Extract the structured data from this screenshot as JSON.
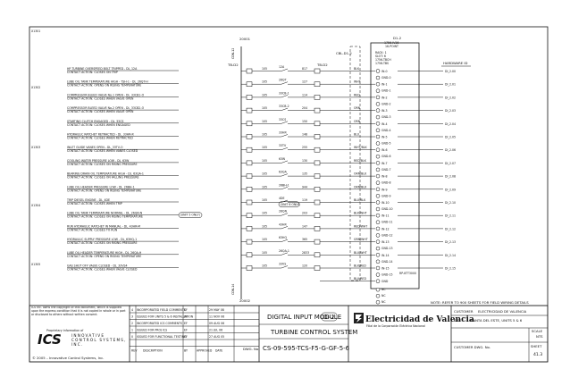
{
  "rungs": [
    "X1301",
    "X1302",
    "X1303",
    "X1304",
    "X1305"
  ],
  "title_block_top": "DIGITAL INPUT MODULE",
  "module_tag": "DI-2",
  "title_block_mid": "TURBINE CONTROL SYSTEM",
  "drawing_number": "CS-09-595-TCS-F5-G-GF-5-6",
  "company_name": "Electricidad de Valencia",
  "company_sub": "Filial de la Corporación Eléctrica Nacional",
  "customer_label": "CUSTOMER",
  "customer_value": "ELECTRICIDAD DE VALENCIA",
  "site_label": "SITE:",
  "site_value": "PLANTA DEL ESTE, UNITS 5 & 6",
  "customer_dwg_label": "CUSTOMER DWG. No.",
  "dwg_no_label": "DWG. No.",
  "scale_label": "SCALE",
  "scale_value": "NTS",
  "sheet_label": "SHEET",
  "sheet_value": "41.3",
  "ics_name": "ICS",
  "ics_text": "INNOVATIVE CONTROL SYSTEMS, INC.",
  "proprietary": "Proprietary Information of",
  "copyright": "© 2005 – Innovative Control Systems, Inc.",
  "disclaimer": "ICS Inc. owns the copyright of this document, which is supplied upon the express condition that it is not copied in whole or in part or disclosed to others without written consent.",
  "top_ref": "20001",
  "bottom_ref": "20002",
  "cable_top": "CDN-12",
  "cable_bot": "CDN-14",
  "cbl_label": "CBL-D1-2",
  "tb_label": "TB-D2",
  "tb_label2": "TB-D2",
  "module_box": {
    "title": "D1-2",
    "line1": "1756-IV16",
    "line2": "16-POINT",
    "rack": "RACK: 1",
    "slot": "SLOT: 6",
    "rtb": "1756-TBCH",
    "rtb2": "1756-TBS"
  },
  "hardware_label": "HARDWARE ID",
  "note": "NOTE: REFER TO 900 SHEETS FOR FIELD WIRING DETAILS",
  "rp_label": "RP-KTT3000",
  "inputs": [
    {
      "desc": "HP TURBINE OVERSPEED BOLT TRIPPED - DL_12A",
      "desc2": "CONTACT ACTION: CLOSES ON TRIP",
      "w1": "105",
      "dev": "12A",
      "w2": "817",
      "tb": "TB-D2",
      "color": "BLK",
      "in": "IN-0",
      "hid": "DI_2.00"
    },
    {
      "desc": "LUBE OIL TANK TEMPERATURE HIGH - TSH-1 - DL_26QT-H",
      "desc2": "CONTACT ACTION: OPENS ON RISING TEMPERATURE",
      "w1": "105",
      "dev": "26QT",
      "w2": "127",
      "tb": "",
      "color": "WHT",
      "in": "IN-1",
      "hid": "DI_2.01"
    },
    {
      "desc": "COMPRESSOR BLEED VALVE No.1 OPEN - DL_33CB1-O",
      "desc2": "CONTACT ACTION: CLOSES WHEN VALVE OPEN",
      "w1": "105",
      "dev": "33CB-1",
      "w2": "114",
      "tb": "",
      "color": "RED",
      "in": "IN-2",
      "hid": "DI_2.02"
    },
    {
      "desc": "COMPRESSOR BLEED VALVE No.2 OPEN - DL_33CB2-O",
      "desc2": "CONTACT ACTION: CLOSES WHEN VALVE OPEN",
      "w1": "105",
      "dev": "33CB-2",
      "w2": "204",
      "tb": "",
      "color": "ORN",
      "in": "IN-3",
      "hid": "DI_2.03"
    },
    {
      "desc": "STARTING CLUTCH ENGAGED - DL_33CS",
      "desc2": "CONTACT ACTION: CLOSES WHEN ENGAGED",
      "w1": "105",
      "dev": "33CS",
      "w2": "150",
      "tb": "",
      "color": "ORN",
      "in": "IN-4",
      "hid": "DI_2.04"
    },
    {
      "desc": "HYDRAULIC RATCHET RETRACTED - DL_33HR-R",
      "desc2": "CONTACT ACTION: CLOSES WHEN RETRACTED",
      "w1": "105",
      "dev": "33HR",
      "w2": "148",
      "tb": "",
      "color": "BLU",
      "in": "IN-5",
      "hid": "DI_2.05"
    },
    {
      "desc": "INLET GUIDE VANES OPEN - DL_33TV-O",
      "desc2": "CONTACT ACTION: CLOSES WHEN VANES CLOSED",
      "w1": "105",
      "dev": "33TV",
      "w2": "255",
      "tb": "",
      "color": "WHT/BLK",
      "in": "IN-6",
      "hid": "DI_2.06"
    },
    {
      "desc": "COOLING WATER PRESSURE LOW - DL_63W",
      "desc2": "CONTACT ACTION: CLOSES ON RISING PRESSURE",
      "w1": "105",
      "dev": "63W",
      "w2": "130",
      "tb": "",
      "color": "RED/BLK",
      "in": "IN-7",
      "hid": "DI_2.07"
    },
    {
      "desc": "BEARING DRAIN OIL TEMPERATURE HIGH - DL_63QA-1",
      "desc2": "CONTACT ACTION: CLOSES ON FALLING PRESSURE",
      "w1": "105",
      "dev": "63QA",
      "w2": "135",
      "tb": "",
      "color": "ORN/BLK",
      "in": "IN-8",
      "hid": "DI_2.08"
    },
    {
      "desc": "LUBE OIL HEADER PRESSURE LOW - DL_26BH-1",
      "desc2": "CONTACT ACTION: OPENS ON RISING TEMPERATURE",
      "w1": "105",
      "dev": "26BH-1",
      "w2": "944",
      "tb": "",
      "color": "ORN/BLK",
      "in": "IN-9",
      "hid": "DI_2.09"
    },
    {
      "desc": "TRIP DIESEL ENGINE - DL_4DE",
      "desc2": "CONTACT ACTION: CLOSES WHEN TRIP",
      "w1": "105",
      "dev": "4DE",
      "w2": "119",
      "tb": "",
      "color": "BLU/BLK",
      "in": "IN-10",
      "hid": "DI_2.10"
    },
    {
      "desc": "LUBE OIL TANK TEMPERATURE NORMAL - DL_26QN-N",
      "desc2": "CONTACT ACTION: CLOSES ON RISING TEMPERATURE",
      "w1": "105",
      "dev": "26QN",
      "w2": "203",
      "tb": "",
      "color": "BLK/WHT",
      "in": "IN-11",
      "hid": "DI_2.11",
      "tag": "(UNIT 5 ONLY)"
    },
    {
      "desc": "RUN HYDRAULIC RATCHET IN MANUAL - DL_43HR-M",
      "desc2": "CONTACT ACTION: CLOSES TO RUN",
      "w1": "105",
      "dev": "43HR",
      "w2": "147",
      "tb": "",
      "color": "RED/WHT",
      "in": "IN-12",
      "hid": "DI_2.12"
    },
    {
      "desc": "HYDRAULIC SUPPLY PRESSURE LOW - DL_63HQ-1",
      "desc2": "CONTACT ACTION: CLOSES ON RISING PRESSURE",
      "w1": "105",
      "dev": "63HQ",
      "w2": "365",
      "tb": "",
      "color": "GRN/WHT",
      "in": "IN-13",
      "hid": "DI_2.13"
    },
    {
      "desc": "LUBE OIL HEADER TEMPERATURE HIGH - DL_26QA-H",
      "desc2": "CONTACT ACTION: OPENS ON RISING TEMPERATURE",
      "w1": "105",
      "dev": "26QA-1",
      "w2": "2833",
      "tb": "",
      "color": "BLU/WHT",
      "in": "IN-14",
      "hid": "DI_2.14"
    },
    {
      "desc": "GAS SHUT OFF VALVE CLOSED - DL_33VS4",
      "desc2": "CONTACT ACTION: CLOSES WHEN VALVE CLOSED",
      "w1": "105",
      "dev": "33VS",
      "w2": "120",
      "tb": "",
      "color": "BLK/RED",
      "in": "IN-15",
      "hid": "DI_2.15"
    }
  ],
  "gnd_label": "GND",
  "gnd_indices": [
    "GND-0",
    "GND-1",
    "GND-2",
    "GND-3",
    "GND-4",
    "GND-5",
    "GND-6",
    "GND-7",
    "GND-8",
    "GND-9",
    "GND-10",
    "GND-11",
    "GND-12",
    "GND-13",
    "GND-14",
    "GND-15"
  ],
  "nc_label": "NC",
  "dc_label": "BLU/RED",
  "unit6_tag": "(UNIT 6 ONLY)",
  "revisions": [
    {
      "rev": "4",
      "desc": "INCORPORATED FIELD COMMENTS",
      "by": "EF",
      "date": "29 MAY 08"
    },
    {
      "rev": "3",
      "desc": "ISSUED FOR UNITS 5 & 6 INSTALLATION",
      "by": "EF",
      "date": "11 NOV 06"
    },
    {
      "rev": "2",
      "desc": "INCORPORATED ICS COMMENTS",
      "by": "EF",
      "date": "09 AUG 06"
    },
    {
      "rev": "1",
      "desc": "ISSUED FOR PROJ ICS",
      "by": "EF",
      "date": "21 JUL 06"
    },
    {
      "rev": "0",
      "desc": "ISSUED FOR FUNCTIONAL TESTING",
      "by": "EF",
      "date": "27 AUG 05"
    }
  ],
  "rev_header": {
    "rev": "REV",
    "desc": "DESCRIPTION",
    "by": "BY",
    "approved": "APPROVED",
    "date": "DATE"
  }
}
